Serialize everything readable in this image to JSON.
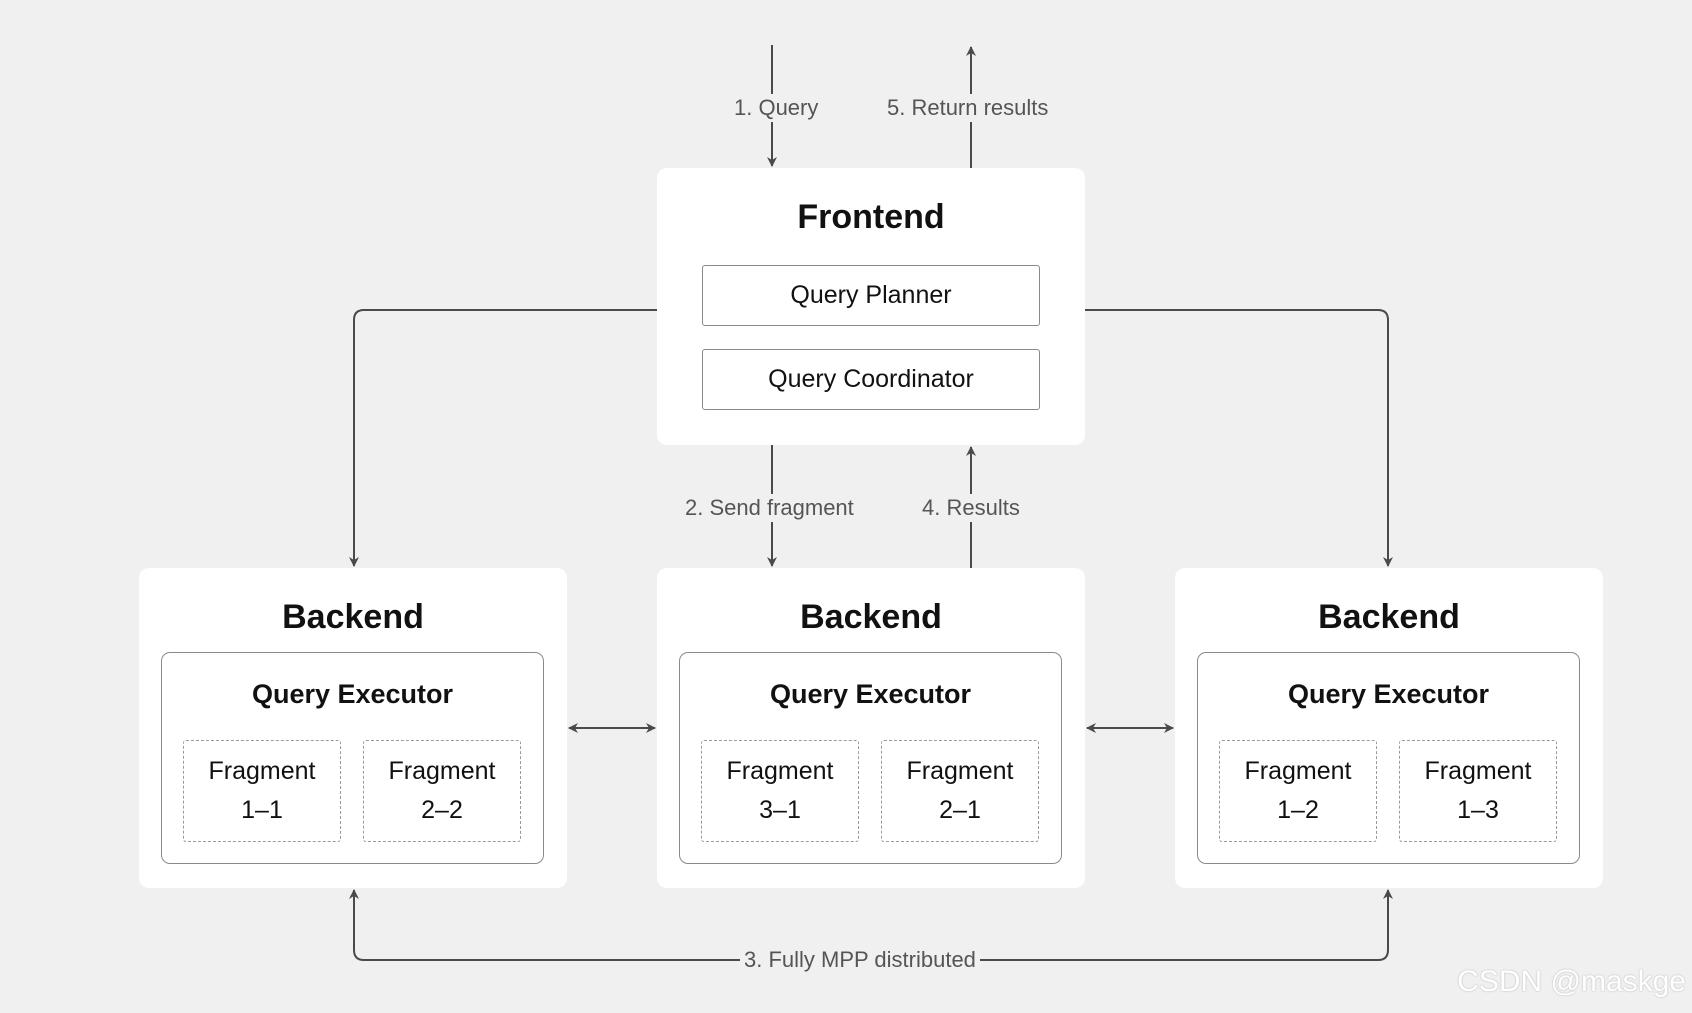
{
  "frontend": {
    "title": "Frontend",
    "planner": "Query Planner",
    "coordinator": "Query Coordinator"
  },
  "backends": [
    {
      "title": "Backend",
      "executor": "Query Executor",
      "fragments": [
        {
          "line1": "Fragment",
          "line2": "1–1"
        },
        {
          "line1": "Fragment",
          "line2": "2–2"
        }
      ]
    },
    {
      "title": "Backend",
      "executor": "Query Executor",
      "fragments": [
        {
          "line1": "Fragment",
          "line2": "3–1"
        },
        {
          "line1": "Fragment",
          "line2": "2–1"
        }
      ]
    },
    {
      "title": "Backend",
      "executor": "Query Executor",
      "fragments": [
        {
          "line1": "Fragment",
          "line2": "1–2"
        },
        {
          "line1": "Fragment",
          "line2": "1–3"
        }
      ]
    }
  ],
  "edges": {
    "query": "1. Query",
    "return_results": "5. Return results",
    "send_fragment": "2. Send fragment",
    "results": "4. Results",
    "mpp": "3. Fully MPP distributed"
  },
  "watermark": "CSDN @maskge"
}
